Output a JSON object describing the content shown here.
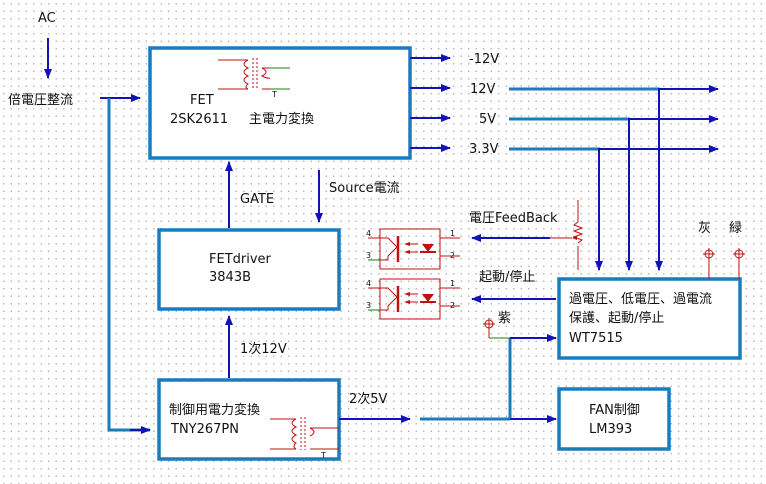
{
  "diagram": {
    "input": {
      "ac": "AC",
      "rectifier": "倍電圧整流"
    },
    "main_converter": {
      "line1": "FET",
      "line2_part": "2SK2611",
      "line2_title": "主電力変換"
    },
    "outputs": [
      "-12V",
      "12V",
      "5V",
      "3.3V"
    ],
    "gate_label": "GATE",
    "source_label": "Source電流",
    "fet_driver": {
      "line1": "FETdriver",
      "line2": "3843B"
    },
    "primary_12v_label": "1次12V",
    "control_converter": {
      "line1": "制御用電力変換",
      "line2": "TNY267PN"
    },
    "secondary_5v_label": "2次5V",
    "feedback_label": "電圧FeedBack",
    "startstop_label": "起動/停止",
    "optocoupler_pins": {
      "p1": "1",
      "p2": "2",
      "p3": "3",
      "p4": "4"
    },
    "protection": {
      "line1": "過電圧、低電圧、過電流",
      "line2": "保護、起動/停止",
      "line3": "WT7515"
    },
    "fan_control": {
      "line1": "FAN制御",
      "line2": "LM393"
    },
    "terminals": {
      "purple": "紫",
      "gray": "灰",
      "green": "緑"
    },
    "transformer_mark": "T",
    "colors": {
      "box_border": "#1a7bbd",
      "wire": "#1212b8",
      "component": "#c01010",
      "lead": "#108010"
    }
  }
}
